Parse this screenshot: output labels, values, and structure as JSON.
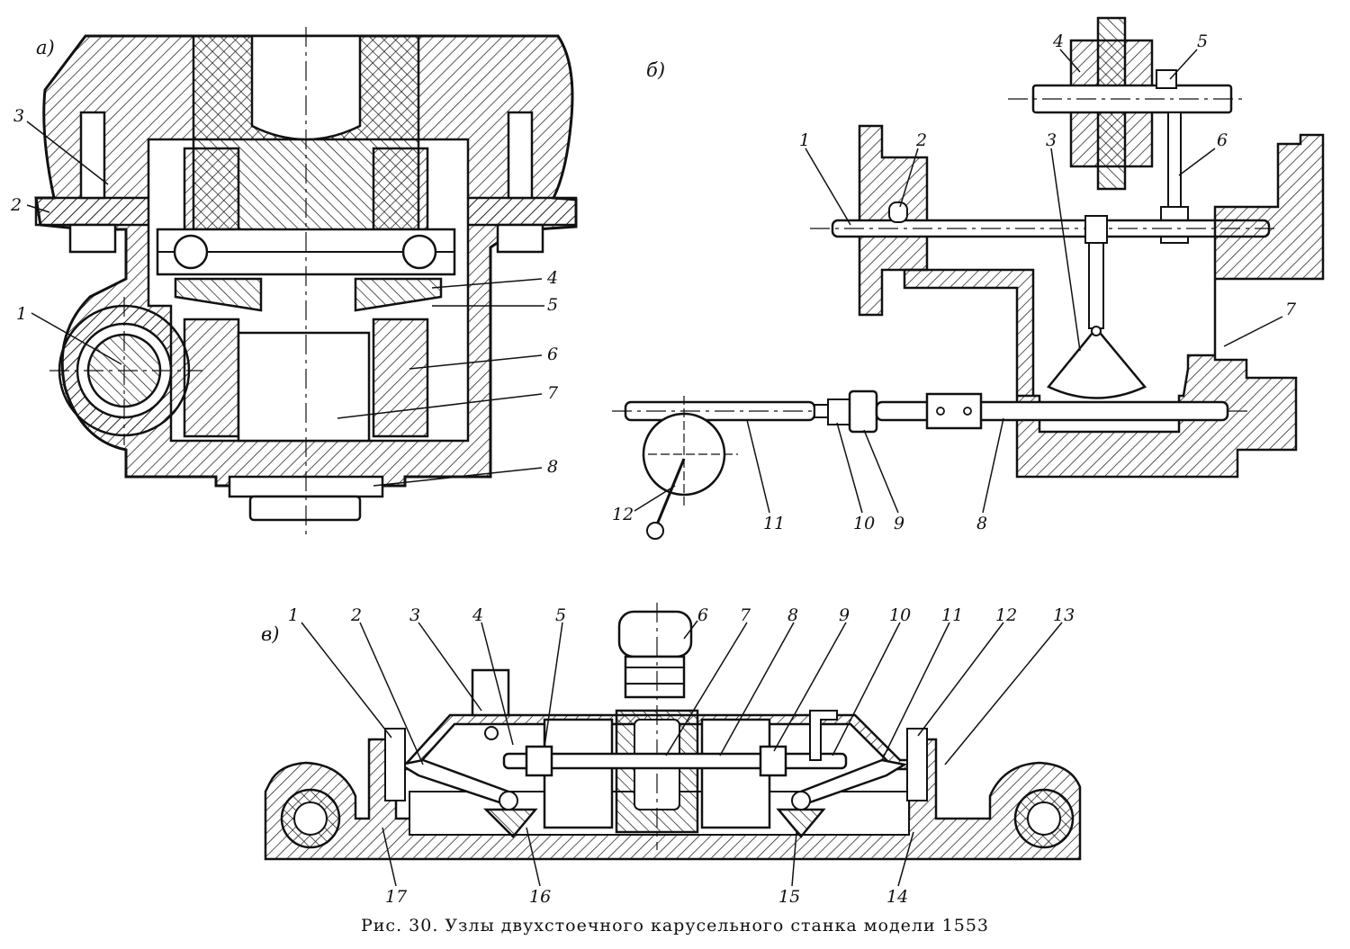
{
  "sections": {
    "a": {
      "title": "а)",
      "labels": [
        "1",
        "2",
        "3",
        "4",
        "5",
        "6",
        "7",
        "8"
      ]
    },
    "b": {
      "title": "б)",
      "labels": [
        "1",
        "2",
        "3",
        "4",
        "5",
        "6",
        "7",
        "8",
        "9",
        "10",
        "11",
        "12"
      ]
    },
    "v": {
      "title": "в)",
      "labels": [
        "1",
        "2",
        "3",
        "4",
        "5",
        "6",
        "7",
        "8",
        "9",
        "10",
        "11",
        "12",
        "13",
        "14",
        "15",
        "16",
        "17"
      ]
    }
  },
  "caption": "Рис. 30. Узлы двухстоечного карусельного станка модели 1553",
  "colors": {
    "ink": "#111111",
    "paper": "#ffffff"
  }
}
